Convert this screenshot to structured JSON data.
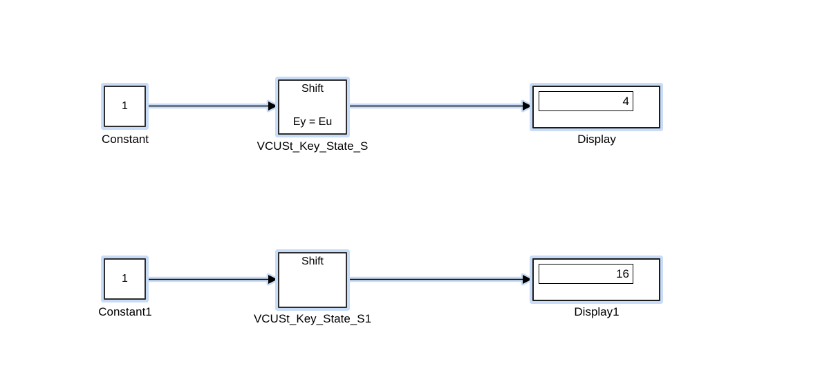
{
  "colors": {
    "background": "#ffffff",
    "selection_halo": "#c8dcf7",
    "block_border": "#2d2d2d",
    "signal_line": "#000000",
    "text": "#000000"
  },
  "rows": [
    {
      "constant": {
        "value": "1",
        "label": "Constant"
      },
      "shift": {
        "title": "Shift",
        "equation": "Ey = Eu",
        "label": "VCUSt_Key_State_S"
      },
      "display": {
        "value": "4",
        "label": "Display"
      }
    },
    {
      "constant": {
        "value": "1",
        "label": "Constant1"
      },
      "shift": {
        "title": "Shift",
        "equation": "",
        "label": "VCUSt_Key_State_S1"
      },
      "display": {
        "value": "16",
        "label": "Display1"
      }
    }
  ]
}
